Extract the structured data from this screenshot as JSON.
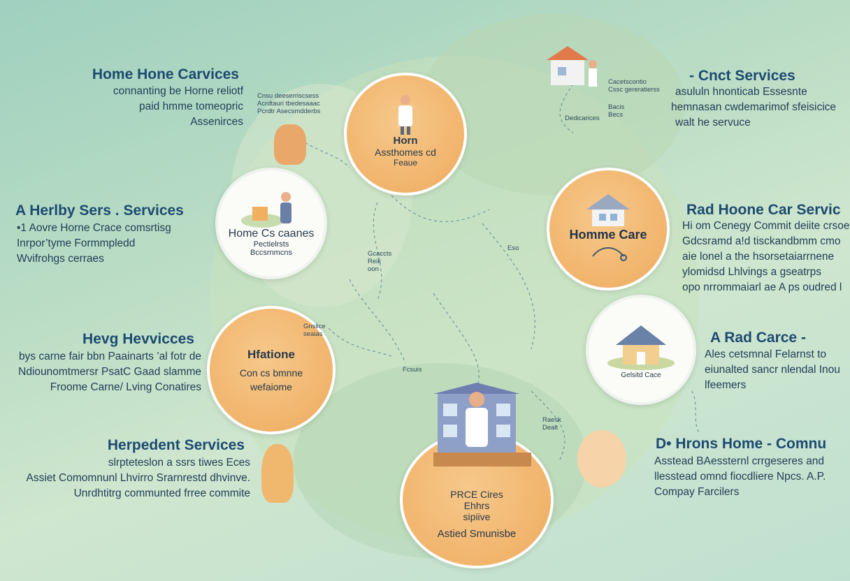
{
  "left_sections": [
    {
      "title": "Home Hone Carvices",
      "lines": [
        "connanting be Horne reliotf",
        "paid hmme tomeopric",
        "Assenirces"
      ]
    },
    {
      "title": "A Herlby Sers . Services",
      "lines": [
        "•1 Aovre Horne Crace comsrtisg",
        "Inrpor’tyme Formmpledd",
        "Wvifrohgs cerraes"
      ]
    },
    {
      "title": "Hevg Hevvicces",
      "lines": [
        "bys carne fair bbn Paainarts ’al fotr de",
        "Ndiounomtmersr PsatC Gaad slamme",
        "Froome Carne/ Lving Conatires"
      ]
    },
    {
      "title": "Herpedent Services",
      "lines": [
        "slrpteteslon a ssrs tiwes Eces",
        "Assiet Comomnunl Lhvirro Srarnrestd dhvinve.",
        "Unrdhtitrg communted frree commite"
      ]
    }
  ],
  "right_sections": [
    {
      "title": "- Cnct Services",
      "lines": [
        "asululn hnonticab Essesnte",
        "hemnasan cwdemarimof sfeisicice",
        "walt he servuce"
      ]
    },
    {
      "title": "Rad Hoone Car Servic",
      "lines": [
        "Hi om Cenegy Commit deiite crsoe",
        "Gdcsramd a!d tisckandbmm cmo",
        "aie lonel a the hsorsetaiarrnene",
        "ylomidsd Lhlvings a gseatrps",
        "opo nrrommaiarl ae A ps oudred l"
      ]
    },
    {
      "title": "A Rad Carce -",
      "lines": [
        "Ales cetsmnal Felarnst to",
        "eiunalted sancr nlendal Inou",
        "lfeemers"
      ]
    },
    {
      "title": "D• Hrons Home - Comnu",
      "lines": [
        "Asstead BAessternl crrgeseres and",
        "llesstead omnd fiocdliere Npcs. A.P.",
        "Compay Farcilers"
      ]
    }
  ],
  "circles": {
    "top": {
      "line1": "Horn",
      "line2": "Assthomes cd",
      "line3": "Feaue"
    },
    "left_top": {
      "line1": "Home Cs caanes",
      "line2": "Pectielrsts",
      "line3": "Bccsrnmcns"
    },
    "left_mid": {
      "line1": "Hfatione",
      "line2": "Con cs bmnne",
      "line3": "wefaiome"
    },
    "right_top": {
      "line1": "Homme Care"
    },
    "right_mid": {
      "line1": "Gelsitd Cace"
    },
    "bottom": {
      "line1": "PRCE Cires",
      "line2": "Ehhrs",
      "line3": "sipiive",
      "line4": "Astied Smunisbe"
    }
  },
  "small_labels": {
    "a": [
      "Cnsu deeserriscsess",
      "Acrdtauri tbedesaaac",
      "Pcrdtr Asecsmdderbs"
    ],
    "b": [
      "Cacetscontio",
      "Cssc gereratierss",
      "Bacis",
      "Becs"
    ],
    "c": "Dedicarices",
    "d": [
      "Gcaccts",
      "Reik",
      "oon"
    ],
    "e": "Eso",
    "f": [
      "Gnslice",
      "seaias"
    ],
    "g": "Fcsuis",
    "h": [
      "Raesk",
      "Dealt"
    ]
  },
  "colors": {
    "accent_orange": "#f1b46c",
    "title_blue": "#1d4a70",
    "background": "#b9dcc4"
  }
}
